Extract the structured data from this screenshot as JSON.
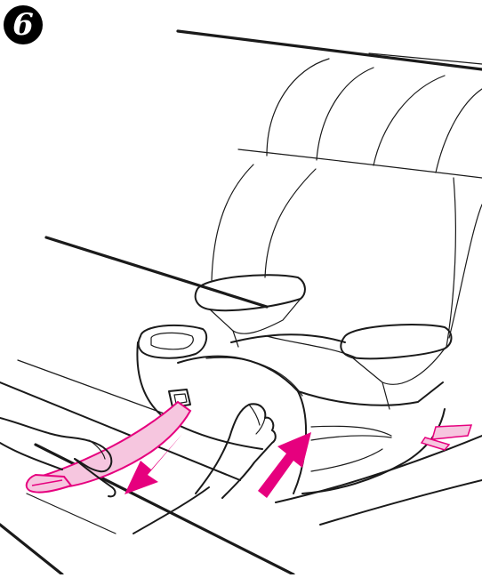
{
  "step": {
    "number": "6"
  },
  "colors": {
    "accent": "#e6007e",
    "strap_fill": "#f6c6df",
    "ink": "#1a1a1a"
  },
  "figure": {
    "subject": "booster-seat-installation",
    "arrows": [
      "pull-strap-arrow",
      "push-seat-arrow"
    ]
  }
}
